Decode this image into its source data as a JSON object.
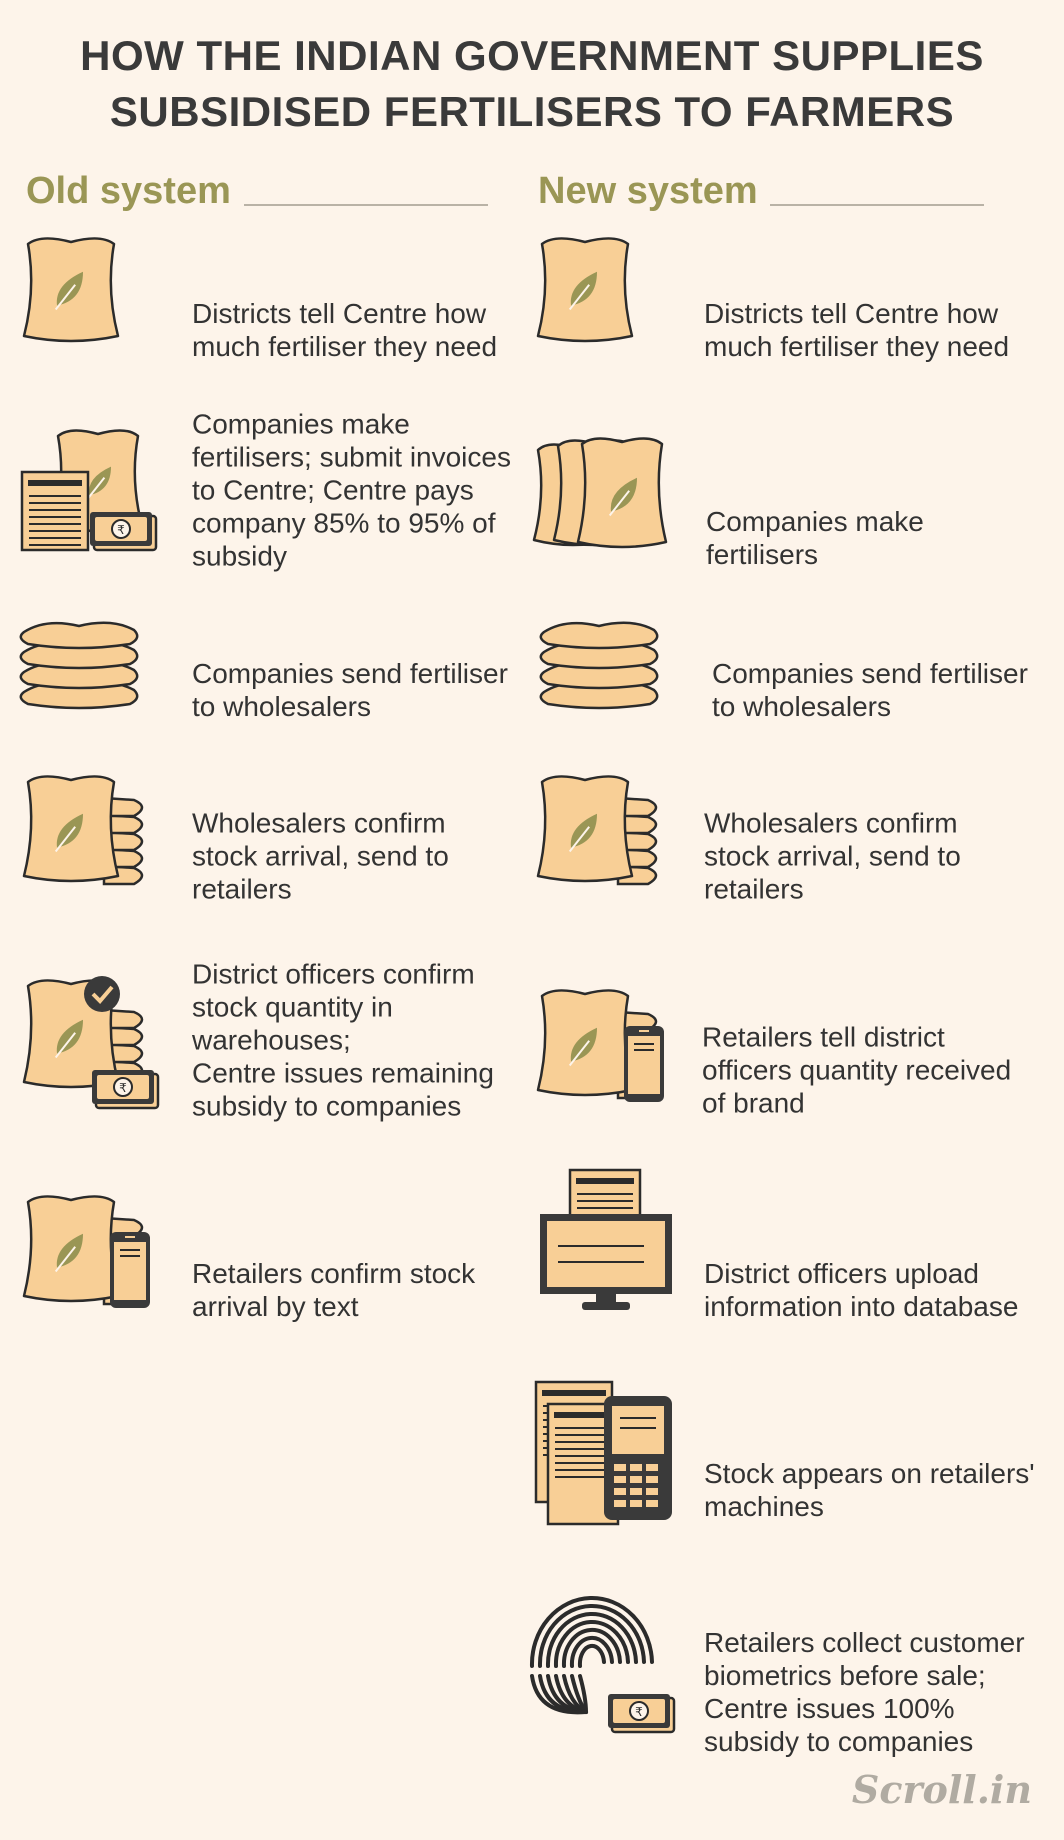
{
  "title": {
    "line1": "HOW THE INDIAN GOVERNMENT SUPPLIES",
    "line2": "SUBSIDISED FERTILISERS TO FARMERS"
  },
  "old_system": {
    "heading": "Old system",
    "steps": [
      {
        "icon": "fertiliser-sack-icon",
        "lines": [
          "Districts tell Centre how",
          "much fertiliser they need"
        ]
      },
      {
        "icon": "invoice-and-money-icon",
        "lines": [
          "Companies make",
          "fertilisers; submit invoices",
          "to Centre; Centre pays",
          "company 85% to 95% of",
          "subsidy"
        ]
      },
      {
        "icon": "stacked-sacks-icon",
        "lines": [
          "Companies send fertiliser",
          "to wholesalers"
        ]
      },
      {
        "icon": "sack-with-stack-icon",
        "lines": [
          "Wholesalers confirm",
          "stock arrival, send to",
          "retailers"
        ]
      },
      {
        "icon": "verified-stock-money-icon",
        "lines": [
          "District officers confirm",
          "stock quantity in",
          "warehouses;",
          "Centre issues remaining",
          "subsidy to companies"
        ]
      },
      {
        "icon": "sack-with-phone-icon",
        "lines": [
          "Retailers confirm stock",
          "arrival by text"
        ]
      }
    ]
  },
  "new_system": {
    "heading": "New system",
    "steps": [
      {
        "icon": "fertiliser-sack-icon",
        "lines": [
          "Districts tell Centre how",
          "much fertiliser they need"
        ]
      },
      {
        "icon": "multiple-sacks-icon",
        "lines": [
          "Companies make",
          "fertilisers"
        ]
      },
      {
        "icon": "stacked-sacks-icon",
        "lines": [
          "Companies send fertiliser",
          "to wholesalers"
        ]
      },
      {
        "icon": "sack-with-stack-icon",
        "lines": [
          "Wholesalers confirm",
          "stock arrival, send to",
          "retailers"
        ]
      },
      {
        "icon": "sack-with-phone-icon",
        "lines": [
          "Retailers tell district",
          "officers quantity received",
          "of brand"
        ]
      },
      {
        "icon": "computer-monitor-icon",
        "lines": [
          "District officers upload",
          "information into database"
        ]
      },
      {
        "icon": "pos-machine-icon",
        "lines": [
          "Stock appears on retailers'",
          "machines"
        ]
      },
      {
        "icon": "fingerprint-money-icon",
        "lines": [
          "Retailers collect customer",
          "biometrics before sale;",
          "Centre issues 100%",
          "subsidy to companies"
        ]
      }
    ]
  },
  "brand": "Scroll.in",
  "colors": {
    "background": "#fdf4ea",
    "sack": "#f8cf96",
    "outline": "#2b2b2b",
    "leaf": "#9a9655",
    "heading": "#9a9655",
    "title": "#3a3a3a"
  }
}
